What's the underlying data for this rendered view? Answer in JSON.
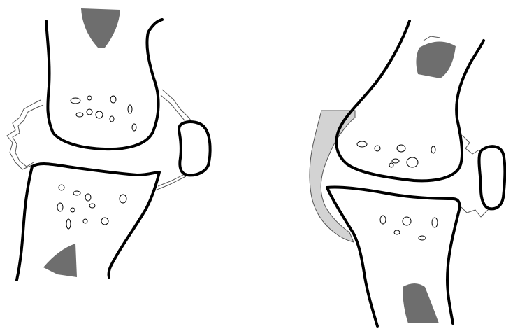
{
  "diagram": {
    "panels": [
      {
        "id": "left",
        "type": "knee-joint-sketch"
      },
      {
        "id": "right",
        "type": "knee-joint-sketch"
      }
    ]
  },
  "colors": {
    "background": "#ffffff",
    "outline": "#000000",
    "marrow": "#6e6e6e",
    "capsule": "#d3d3d3",
    "capsule_edge": "#555555"
  }
}
